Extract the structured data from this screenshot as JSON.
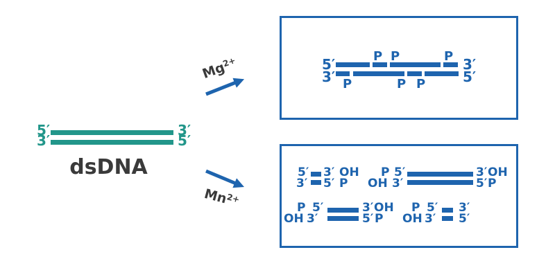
{
  "colors": {
    "strand_blue": "#1e64ae",
    "strand_teal": "#22968a",
    "text_dark": "#3a3a3a",
    "background": "#ffffff"
  },
  "substrate": {
    "name": "dsDNA",
    "top_strand": {
      "left_end": "5′",
      "right_end": "3′"
    },
    "bottom_strand": {
      "left_end": "3′",
      "right_end": "5′"
    }
  },
  "pathways": [
    {
      "ion": "Mg",
      "charge": "2+"
    },
    {
      "ion": "Mn",
      "charge": "2+"
    }
  ],
  "mg_box": {
    "top_strand": {
      "left_end": "5′",
      "right_end": "3′",
      "nick_labels": [
        "P",
        "P",
        "P"
      ]
    },
    "bottom_strand": {
      "left_end": "3′",
      "right_end": "5′",
      "nick_labels": [
        "P",
        "P",
        "P"
      ]
    }
  },
  "mn_box": {
    "duplexes": [
      {
        "top": {
          "left": "5′",
          "right": "3′",
          "right_mod": "OH"
        },
        "bottom": {
          "left": "3′",
          "right": "5′",
          "right_mod": "P"
        }
      },
      {
        "top": {
          "left_mod": "P",
          "left": "5′",
          "right": "3′",
          "right_mod": "OH"
        },
        "bottom": {
          "left_mod": "OH",
          "left": "3′",
          "right": "5′",
          "right_mod": "P"
        }
      },
      {
        "top": {
          "left_mod": "P",
          "left": "5′",
          "right": "3′",
          "right_mod": "OH"
        },
        "bottom": {
          "left_mod": "OH",
          "left": "3′",
          "right": "5′",
          "right_mod": "P"
        }
      },
      {
        "top": {
          "left_mod": "P",
          "left": "5′",
          "right": "3′"
        },
        "bottom": {
          "left_mod": "OH",
          "left": "3′",
          "right": "5′"
        }
      }
    ]
  }
}
